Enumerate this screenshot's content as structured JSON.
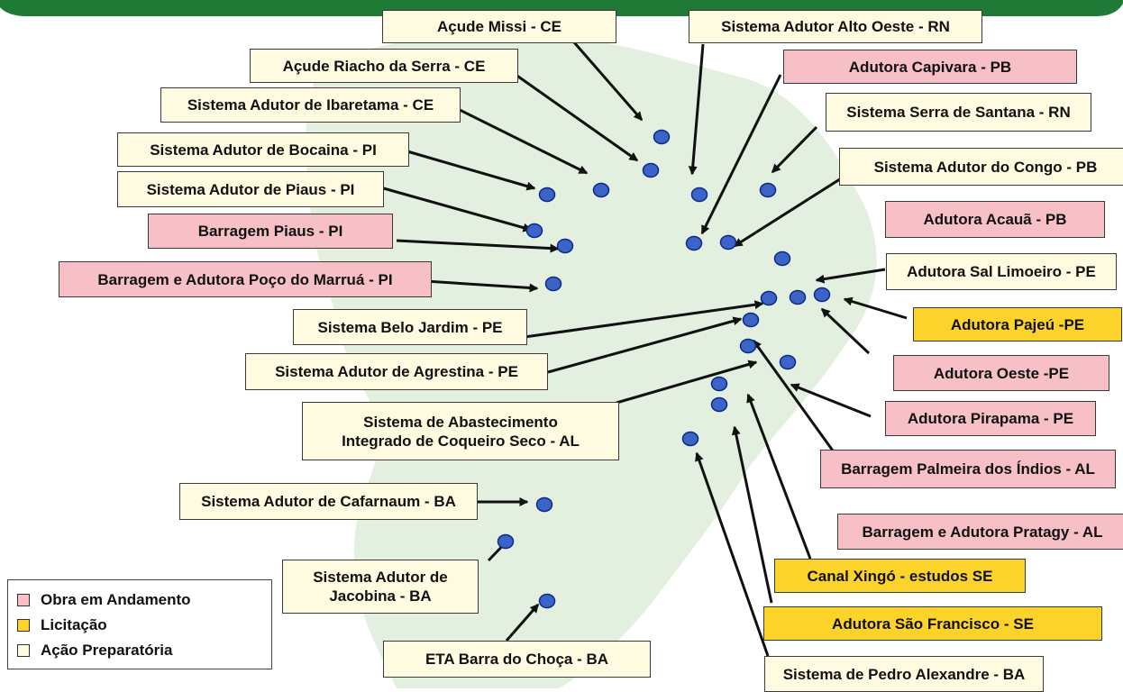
{
  "colors": {
    "prep": "#fefbe0",
    "andamento": "#f7c0c6",
    "licitacao": "#fcd32b",
    "dot": "#3c64c8",
    "dot_outline": "#0c2a82",
    "map_fill": "#d9ebd6",
    "banner": "#1e7a34"
  },
  "legend": {
    "items": [
      {
        "status": "andamento",
        "label": "Obra em Andamento"
      },
      {
        "status": "licitacao",
        "label": "Licitação"
      },
      {
        "status": "prep",
        "label": "Ação Preparatória"
      }
    ]
  },
  "projects": [
    {
      "label": "Açude Missi - CE",
      "status": "prep"
    },
    {
      "label": "Sistema Adutor Alto Oeste - RN",
      "status": "prep"
    },
    {
      "label": "Açude Riacho da Serra - CE",
      "status": "prep"
    },
    {
      "label": "Adutora Capivara - PB",
      "status": "andamento"
    },
    {
      "label": "Sistema Adutor de Ibaretama - CE",
      "status": "prep"
    },
    {
      "label": "Sistema Serra de Santana - RN",
      "status": "prep"
    },
    {
      "label": "Sistema Adutor de Bocaina - PI",
      "status": "prep"
    },
    {
      "label": "Sistema Adutor do Congo - PB",
      "status": "prep"
    },
    {
      "label": "Sistema Adutor de Piaus - PI",
      "status": "prep"
    },
    {
      "label": "Adutora Acauã - PB",
      "status": "andamento"
    },
    {
      "label": "Barragem Piaus - PI",
      "status": "andamento"
    },
    {
      "label": "Adutora Sal Limoeiro - PE",
      "status": "prep"
    },
    {
      "label": "Barragem e Adutora Poço do Marruá - PI",
      "status": "andamento"
    },
    {
      "label": "Adutora Pajeú -PE",
      "status": "licitacao"
    },
    {
      "label": "Sistema Belo Jardim - PE",
      "status": "prep"
    },
    {
      "label": "Adutora Oeste -PE",
      "status": "andamento"
    },
    {
      "label": "Sistema Adutor de Agrestina - PE",
      "status": "prep"
    },
    {
      "label": "Adutora Pirapama - PE",
      "status": "andamento"
    },
    {
      "label": "Sistema de Abastecimento\nIntegrado de Coqueiro Seco - AL",
      "status": "prep"
    },
    {
      "label": "Barragem Palmeira dos Índios - AL",
      "status": "andamento"
    },
    {
      "label": "Sistema Adutor de Cafarnaum - BA",
      "status": "prep"
    },
    {
      "label": "Barragem e Adutora Pratagy - AL",
      "status": "andamento"
    },
    {
      "label": "Sistema Adutor de\nJacobina - BA",
      "status": "prep"
    },
    {
      "label": "Canal Xingó  - estudos SE",
      "status": "licitacao"
    },
    {
      "label": "Adutora São Francisco -  SE",
      "status": "licitacao"
    },
    {
      "label": "ETA Barra do Choça - BA",
      "status": "prep"
    },
    {
      "label": "Sistema de Pedro Alexandre - BA",
      "status": "prep"
    }
  ]
}
